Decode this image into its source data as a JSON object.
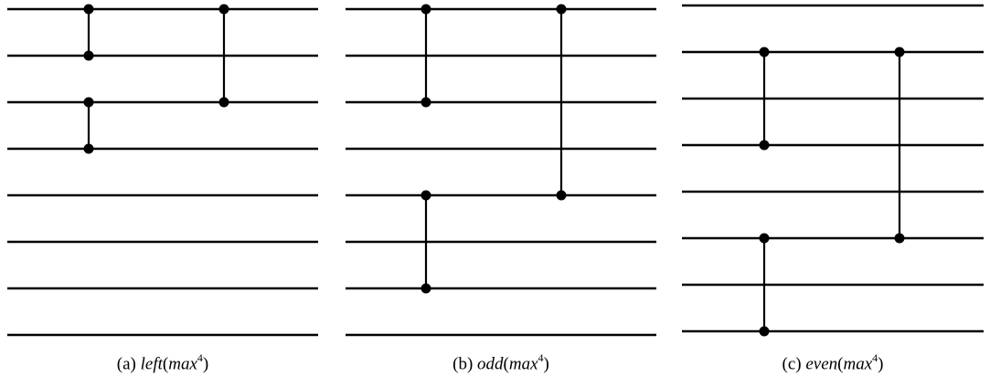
{
  "panels": [
    {
      "id": "a",
      "label_prefix": "(a)",
      "fn": "left",
      "arg": "max",
      "power": "4",
      "wires": 8,
      "comparators": [
        {
          "col": 0,
          "a": 0,
          "b": 1
        },
        {
          "col": 0,
          "a": 2,
          "b": 3
        },
        {
          "col": 1,
          "a": 0,
          "b": 2
        }
      ]
    },
    {
      "id": "b",
      "label_prefix": "(b)",
      "fn": "odd",
      "arg": "max",
      "power": "4",
      "wires": 8,
      "comparators": [
        {
          "col": 0,
          "a": 0,
          "b": 2
        },
        {
          "col": 0,
          "a": 4,
          "b": 6
        },
        {
          "col": 1,
          "a": 0,
          "b": 4
        }
      ]
    },
    {
      "id": "c",
      "label_prefix": "(c)",
      "fn": "even",
      "arg": "max",
      "power": "4",
      "wires": 8,
      "comparators": [
        {
          "col": 0,
          "a": 1,
          "b": 3
        },
        {
          "col": 0,
          "a": 5,
          "b": 7
        },
        {
          "col": 1,
          "a": 1,
          "b": 5
        }
      ]
    }
  ]
}
